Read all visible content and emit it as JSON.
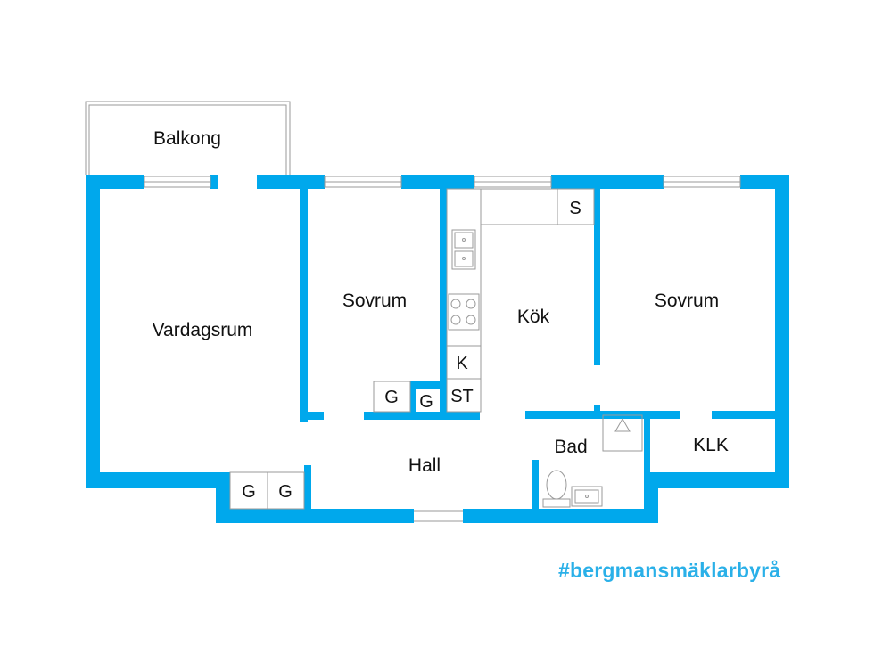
{
  "rooms": {
    "balkong": "Balkong",
    "vardagsrum": "Vardagsrum",
    "sovrum_1": "Sovrum",
    "kok": "Kök",
    "sovrum_2": "Sovrum",
    "hall": "Hall",
    "bad": "Bad",
    "klk": "KLK"
  },
  "fixtures": {
    "s": "S",
    "k": "K",
    "st": "ST",
    "g": "G"
  },
  "colors": {
    "wall": "#00a8ec",
    "brand": "#2ab0e8"
  },
  "brand": "#bergmansmäklarbyrå"
}
